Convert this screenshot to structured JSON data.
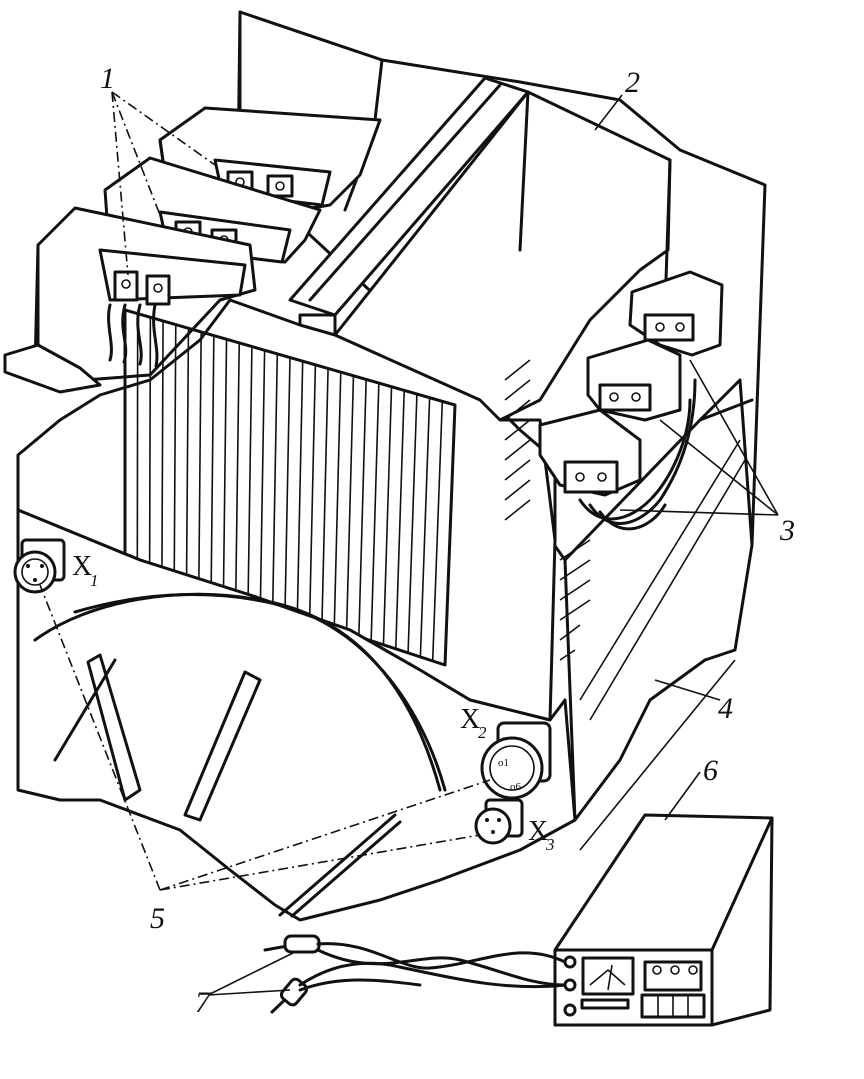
{
  "callouts": [
    {
      "id": "1",
      "label": "1"
    },
    {
      "id": "2",
      "label": "2"
    },
    {
      "id": "3",
      "label": "3"
    },
    {
      "id": "4",
      "label": "4"
    },
    {
      "id": "5",
      "label": "5"
    },
    {
      "id": "6",
      "label": "6"
    },
    {
      "id": "7",
      "label": "7"
    }
  ],
  "connectors": [
    {
      "id": "X1",
      "letter": "X",
      "index": "1"
    },
    {
      "id": "X2",
      "letter": "X",
      "index": "2"
    },
    {
      "id": "X3",
      "letter": "X",
      "index": "3"
    }
  ]
}
